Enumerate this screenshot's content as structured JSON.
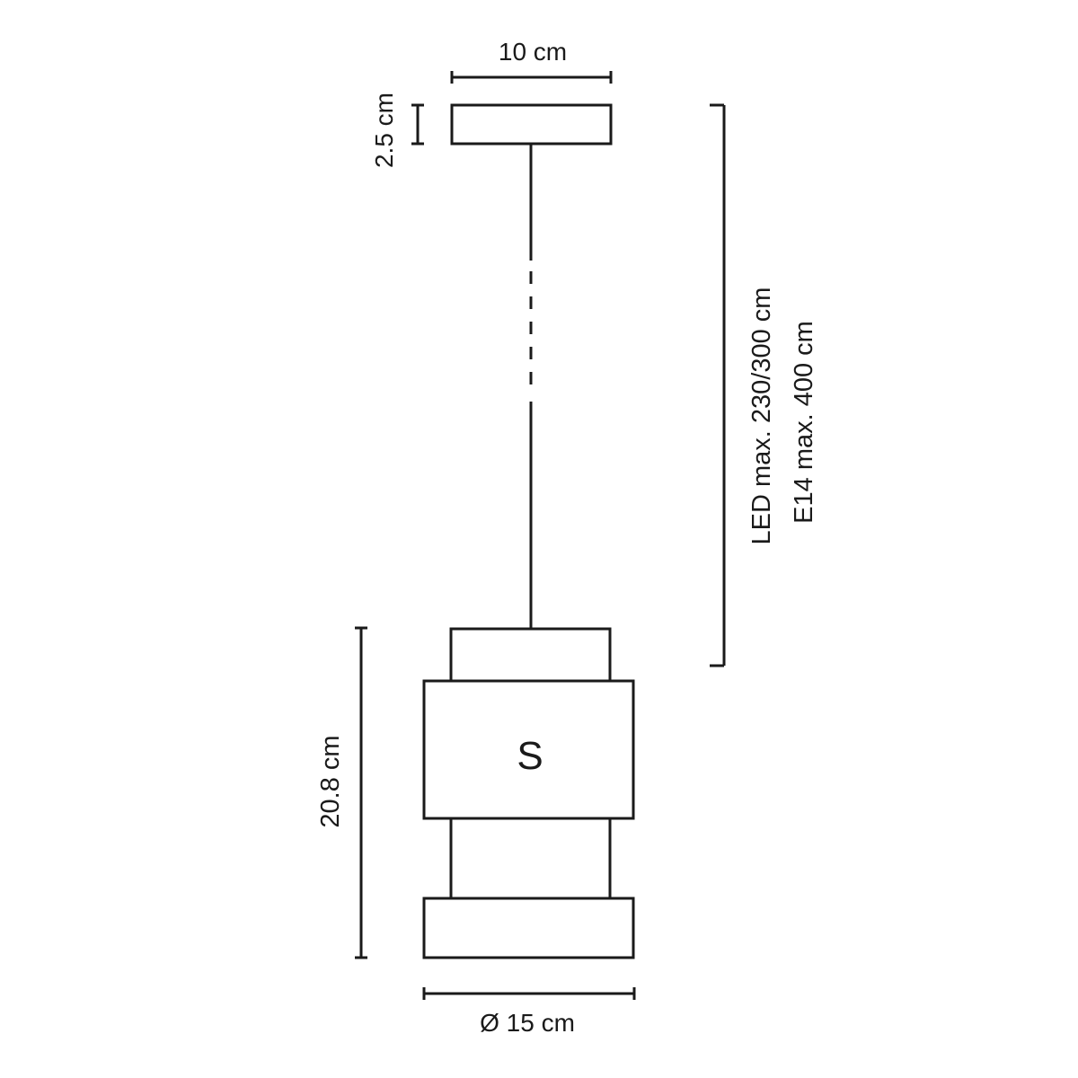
{
  "labels": {
    "canopy_width": "10 cm",
    "canopy_height": "2.5 cm",
    "cable_length_led": "LED max. 230/300 cm",
    "cable_length_e14": "E14 max. 400 cm",
    "size_code": "S",
    "shade_height": "20.8 cm",
    "shade_diameter": "Ø 15 cm"
  },
  "colors": {
    "line": "#1a1a1a",
    "background": "#ffffff"
  }
}
